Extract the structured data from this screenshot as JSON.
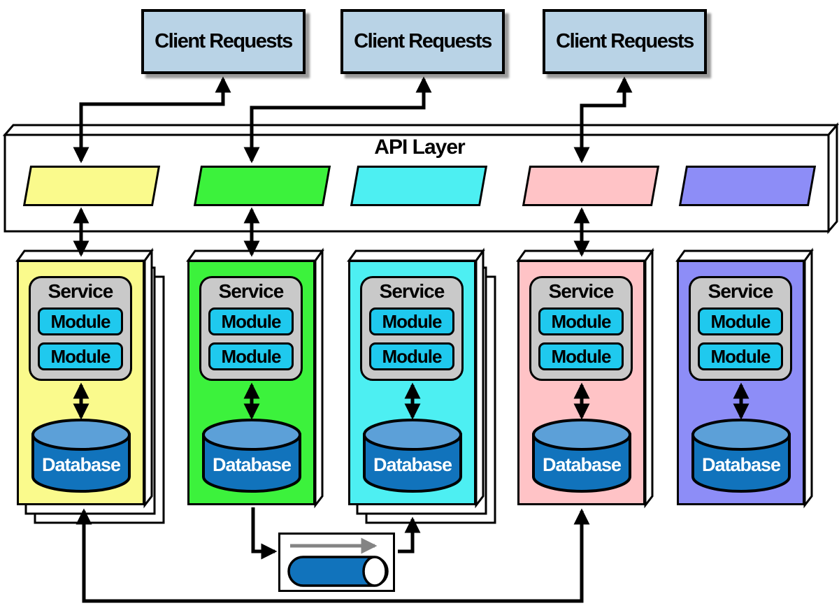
{
  "clients": [
    {
      "label": "Client Requests"
    },
    {
      "label": "Client Requests"
    },
    {
      "label": "Client Requests"
    }
  ],
  "api_layer": {
    "label": "API Layer"
  },
  "services": [
    {
      "id": "service-1",
      "accent": "#FAFA8C",
      "service_label": "Service",
      "modules": [
        "Module",
        "Module"
      ],
      "database_label": "Database",
      "stacked_instances": 3
    },
    {
      "id": "service-2",
      "accent": "#3CF23C",
      "service_label": "Service",
      "modules": [
        "Module",
        "Module"
      ],
      "database_label": "Database",
      "stacked_instances": 1
    },
    {
      "id": "service-3",
      "accent": "#4DEFF2",
      "service_label": "Service",
      "modules": [
        "Module",
        "Module"
      ],
      "database_label": "Database",
      "stacked_instances": 3
    },
    {
      "id": "service-4",
      "accent": "#FFC3C6",
      "service_label": "Service",
      "modules": [
        "Module",
        "Module"
      ],
      "database_label": "Database",
      "stacked_instances": 1
    },
    {
      "id": "service-5",
      "accent": "#8D8DF7",
      "service_label": "Service",
      "modules": [
        "Module",
        "Module"
      ],
      "database_label": "Database",
      "stacked_instances": 1
    }
  ],
  "queue": {
    "pipe_color": "#1173BC",
    "flow_icon": "right-arrow"
  },
  "colors": {
    "client_fill": "#B9D3E6",
    "service_box_fill": "#C9C9C9",
    "module_fill": "#1FC9EE",
    "database_body": "#1173BC",
    "database_top": "#5CA0D8",
    "outline": "#000000",
    "flow_arrow_gray": "#848484"
  }
}
